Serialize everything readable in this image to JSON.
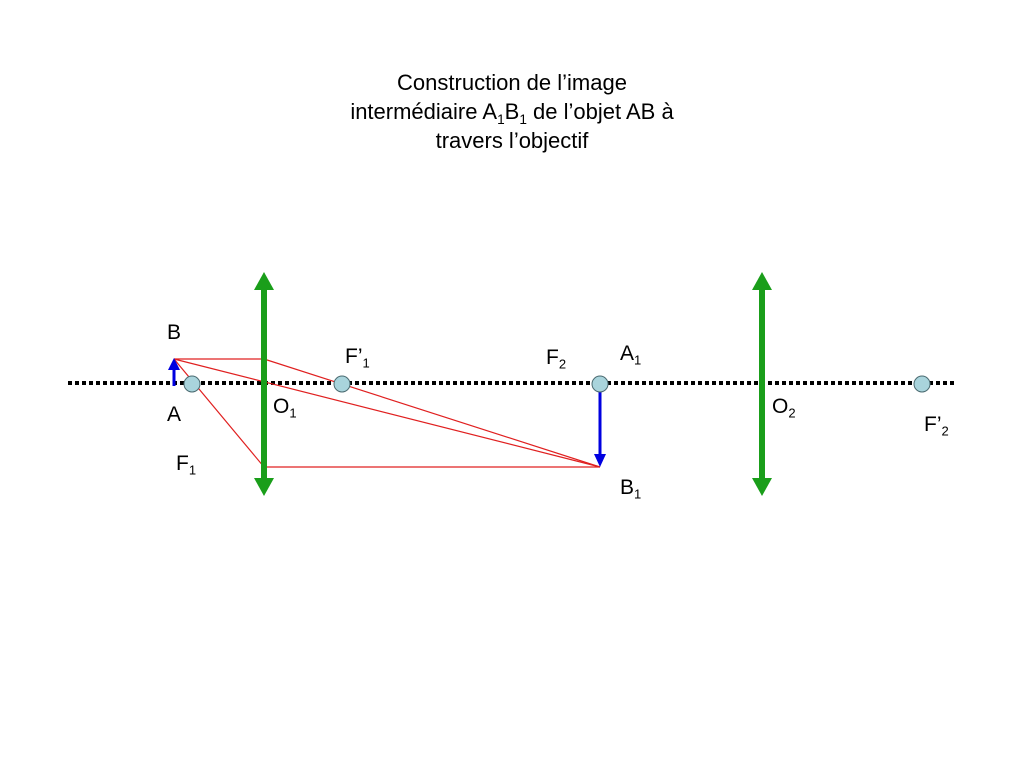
{
  "title": {
    "line1": "Construction de l’image",
    "line2_pre": "intermédiaire A",
    "line2_sub1": "1",
    "line2_mid": "B",
    "line2_sub2": "1",
    "line2_post": " de l’objet AB à",
    "line3": "travers l’objectif"
  },
  "labels": {
    "B": {
      "main": "B",
      "sub": ""
    },
    "A": {
      "main": "A",
      "sub": ""
    },
    "F1": {
      "main": "F",
      "sub": "1"
    },
    "O1": {
      "main": "O",
      "sub": "1"
    },
    "F1prime": {
      "main": "F’",
      "sub": "1"
    },
    "F2": {
      "main": "F",
      "sub": "2"
    },
    "A1": {
      "main": "A",
      "sub": "1"
    },
    "B1": {
      "main": "B",
      "sub": "1"
    },
    "O2": {
      "main": "O",
      "sub": "2"
    },
    "F2prime": {
      "main": "F’",
      "sub": "2"
    }
  },
  "colors": {
    "lens": "#1a9e1a",
    "object": "#0000e0",
    "ray": "#e02020",
    "axis": "#000000",
    "point_fill": "#a9d4dc",
    "point_stroke": "#4a6a70"
  }
}
